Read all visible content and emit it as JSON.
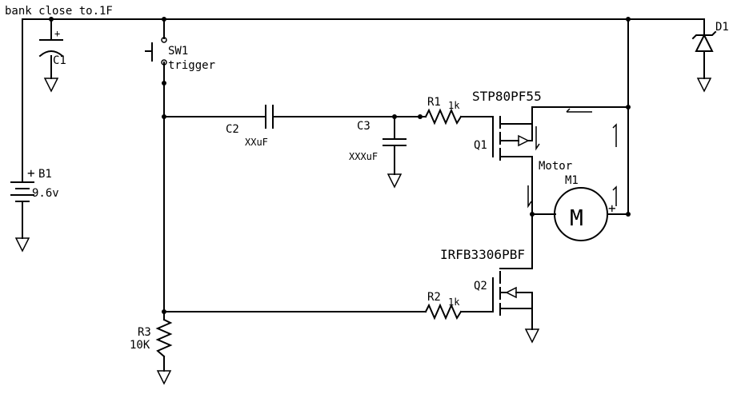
{
  "title_note": "bank close to.1F",
  "components": {
    "c1": {
      "ref": "C1",
      "polarity": "+"
    },
    "b1": {
      "ref": "B1",
      "value": "9.6v",
      "polarity": "+"
    },
    "sw1": {
      "ref": "SW1",
      "value": "trigger"
    },
    "c2": {
      "ref": "C2",
      "value": "XXuF"
    },
    "c3": {
      "ref": "C3",
      "value": "XXXuF"
    },
    "r1": {
      "ref": "R1",
      "value": "1k"
    },
    "r2": {
      "ref": "R2",
      "value": "1k"
    },
    "r3": {
      "ref": "R3",
      "value": "10K"
    },
    "q1": {
      "ref": "Q1",
      "part": "STP80PF55"
    },
    "q2": {
      "ref": "Q2",
      "part": "IRFB3306PBF"
    },
    "m1": {
      "ref": "M1",
      "label": "Motor",
      "symbol": "M",
      "polarity": "+"
    },
    "d1": {
      "ref": "D1"
    }
  }
}
